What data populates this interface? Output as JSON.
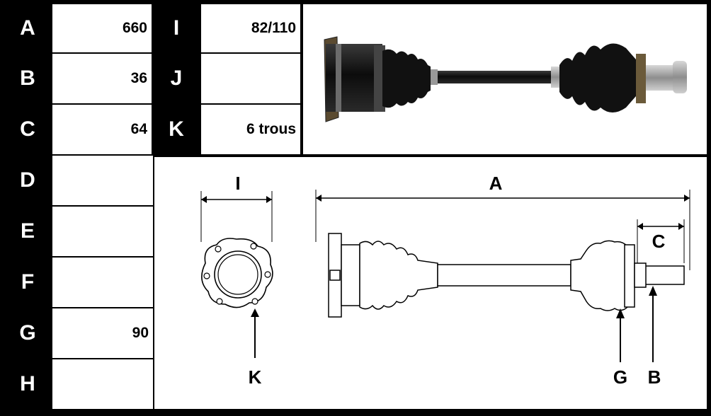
{
  "spec_table": {
    "left_rows": [
      {
        "letter": "A",
        "value": "660"
      },
      {
        "letter": "B",
        "value": "36"
      },
      {
        "letter": "C",
        "value": "64"
      },
      {
        "letter": "D",
        "value": ""
      },
      {
        "letter": "E",
        "value": ""
      },
      {
        "letter": "F",
        "value": ""
      },
      {
        "letter": "G",
        "value": "90"
      },
      {
        "letter": "H",
        "value": ""
      }
    ],
    "right_rows": [
      {
        "letter": "I",
        "value": "82/110"
      },
      {
        "letter": "J",
        "value": ""
      },
      {
        "letter": "K",
        "value": "6 trous"
      }
    ]
  },
  "diagram": {
    "flange_labels": {
      "width": "I",
      "holes": "K"
    },
    "shaft_labels": {
      "length": "A",
      "spline": "C",
      "abs_ring": "G",
      "spline_diameter": "B"
    }
  }
}
